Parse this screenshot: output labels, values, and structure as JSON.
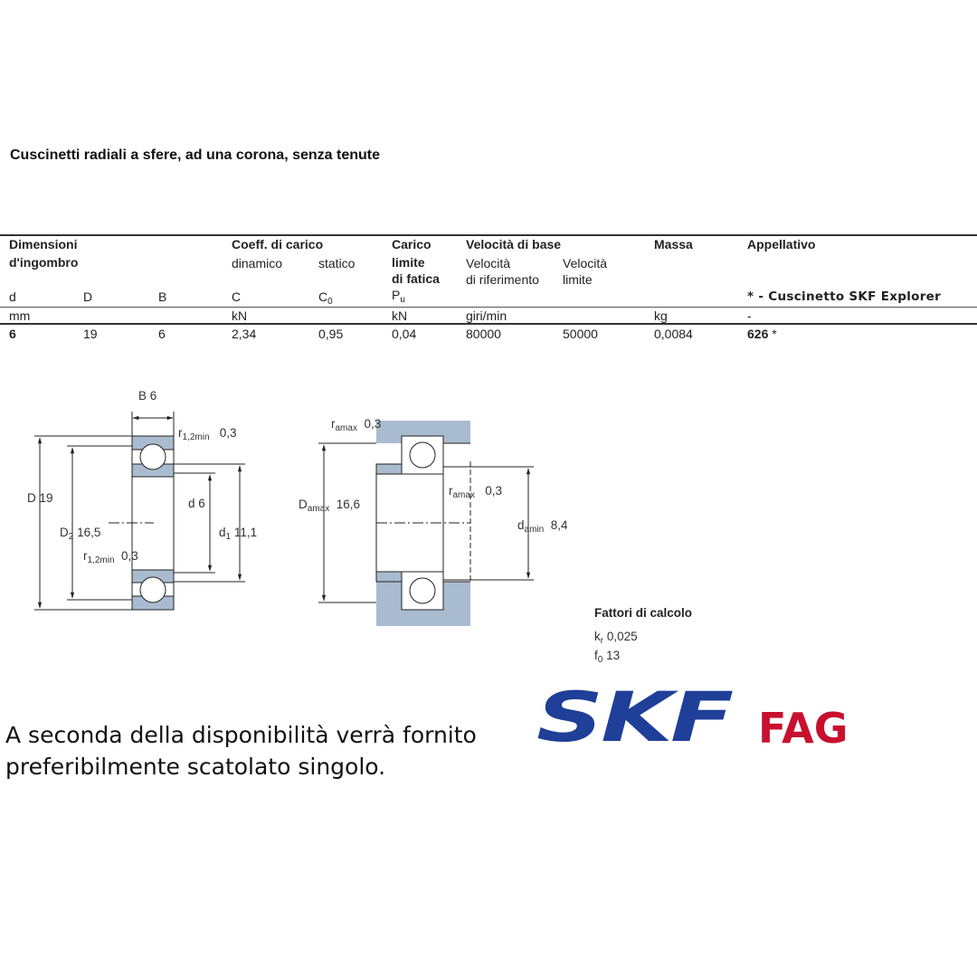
{
  "title": "Cuscinetti radiali a sfere, ad una corona, senza tenute",
  "table": {
    "groups": {
      "dimensioni_1": "Dimensioni",
      "dimensioni_2": "d'ingombro",
      "coeff": "Coeff. di carico",
      "dinamico": "dinamico",
      "statico": "statico",
      "carico_1": "Carico",
      "carico_2": "limite",
      "carico_3": "di fatica",
      "velocita": "Velocità di base",
      "vel_rif_1": "Velocità",
      "vel_rif_2": "di riferimento",
      "vel_lim_1": "Velocità",
      "vel_lim_2": "limite",
      "massa": "Massa",
      "appellativo": "Appellativo",
      "explorer_note": "* - Cuscinetto SKF Explorer"
    },
    "symbols": {
      "d": "d",
      "D": "D",
      "B": "B",
      "C": "C",
      "C0": "C",
      "C0_sub": "0",
      "Pu": "P",
      "Pu_sub": "u"
    },
    "units": {
      "mm": "mm",
      "kN_1": "kN",
      "kN_2": "kN",
      "speed": "giri/min",
      "kg": "kg",
      "dash": "-"
    },
    "row": {
      "d": "6",
      "D": "19",
      "B": "6",
      "C": "2,34",
      "C0": "0,95",
      "Pu": "0,04",
      "vel_rif": "80000",
      "vel_lim": "50000",
      "massa": "0,0084",
      "appellativo": "626",
      "star": "*"
    }
  },
  "drawing": {
    "B": "B 6",
    "r12_top": "r",
    "r12_sub": "1,2min",
    "r12_top_val": "0,3",
    "r12_bot_val": "0,3",
    "D": "D 19",
    "D2": "D",
    "D2_sub": "2",
    "D2_val": "16,5",
    "d": "d 6",
    "d1": "d",
    "d1_sub": "1",
    "d1_val": "11,1",
    "ra": "r",
    "ra_sub": "amax",
    "ra_top_val": "0,3",
    "ra_mid_val": "0,3",
    "Da": "D",
    "Da_sub": "amax",
    "Da_val": "16,6",
    "da": "d",
    "da_sub": "amin",
    "da_val": "8,4"
  },
  "factors": {
    "title": "Fattori di calcolo",
    "kr": "k",
    "kr_sub": "r",
    "kr_val": "0,025",
    "f0": "f",
    "f0_sub": "0",
    "f0_val": "13"
  },
  "note": {
    "line1": "A seconda della disponibilità verrà fornito",
    "line2": "preferibilmente scatolato singolo."
  },
  "logos": {
    "skf": "SKF",
    "fag": "FAG",
    "skf_color": "#1f3f98",
    "fag_color": "#c8102e"
  }
}
